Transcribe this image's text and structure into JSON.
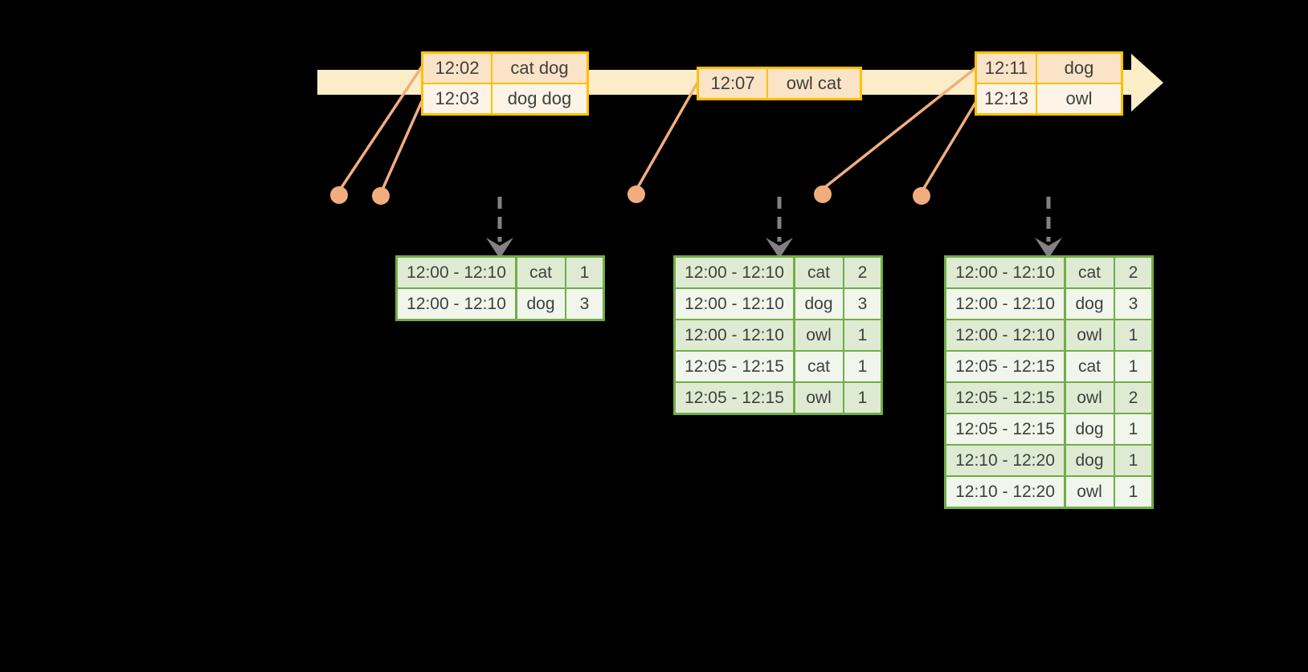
{
  "palette": {
    "background": "#000000",
    "band_yellow": "#FBEDC7",
    "gold_border": "#FFC000",
    "peach_dark": "#FAE3C6",
    "peach_light": "#FDF4E7",
    "salmon": "#F2AD7F",
    "gray_arrow": "#828282",
    "green_border": "#70AD47",
    "green_dark": "#DEEBD2",
    "green_light": "#F1F6EC",
    "text": "#3F3F3F"
  },
  "timeline": {
    "event_boxes": [
      {
        "rows": [
          {
            "time": "12:02",
            "words": "cat dog"
          },
          {
            "time": "12:03",
            "words": "dog dog"
          }
        ]
      },
      {
        "rows": [
          {
            "time": "12:07",
            "words": "owl cat"
          }
        ]
      },
      {
        "rows": [
          {
            "time": "12:11",
            "words": "dog"
          },
          {
            "time": "12:13",
            "words": "owl"
          }
        ]
      }
    ]
  },
  "result_tables": [
    {
      "rows": [
        {
          "window": "12:00 - 12:10",
          "word": "cat",
          "count": "1"
        },
        {
          "window": "12:00 - 12:10",
          "word": "dog",
          "count": "3"
        }
      ]
    },
    {
      "rows": [
        {
          "window": "12:00 - 12:10",
          "word": "cat",
          "count": "2"
        },
        {
          "window": "12:00 - 12:10",
          "word": "dog",
          "count": "3"
        },
        {
          "window": "12:00 - 12:10",
          "word": "owl",
          "count": "1"
        },
        {
          "window": "12:05 - 12:15",
          "word": "cat",
          "count": "1"
        },
        {
          "window": "12:05 - 12:15",
          "word": "owl",
          "count": "1"
        }
      ]
    },
    {
      "rows": [
        {
          "window": "12:00 - 12:10",
          "word": "cat",
          "count": "2"
        },
        {
          "window": "12:00 - 12:10",
          "word": "dog",
          "count": "3"
        },
        {
          "window": "12:00 - 12:10",
          "word": "owl",
          "count": "1"
        },
        {
          "window": "12:05 - 12:15",
          "word": "cat",
          "count": "1"
        },
        {
          "window": "12:05 - 12:15",
          "word": "owl",
          "count": "2"
        },
        {
          "window": "12:05 - 12:15",
          "word": "dog",
          "count": "1"
        },
        {
          "window": "12:10 - 12:20",
          "word": "dog",
          "count": "1"
        },
        {
          "window": "12:10 - 12:20",
          "word": "owl",
          "count": "1"
        }
      ]
    }
  ]
}
